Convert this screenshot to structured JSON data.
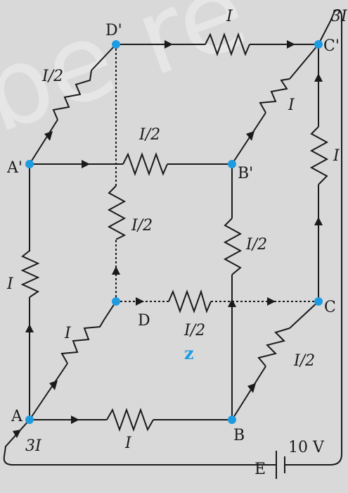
{
  "colors": {
    "background": "#d9d9da",
    "node": "#1e9be0",
    "wire": "#1a1a1a",
    "z_label": "#1e9be0"
  },
  "nodes": {
    "A": "A",
    "B": "B",
    "C": "C",
    "D": "D",
    "A1": "A'",
    "B1": "B'",
    "C1": "C'",
    "D1": "D'",
    "E": "E"
  },
  "currents": {
    "A_B": "I",
    "A_D": "I",
    "A_A1": "I",
    "B_C": "I/2",
    "D_C": "I/2",
    "B_B1": "I/2",
    "D_D1": "I/2",
    "A1_B1": "I/2",
    "A1_D1": "I/2",
    "D1_C1": "I",
    "B1_C1": "I",
    "C_C1": "I",
    "source_in": "3I",
    "source_out": "3I"
  },
  "battery": "10 V",
  "center_label": "z"
}
